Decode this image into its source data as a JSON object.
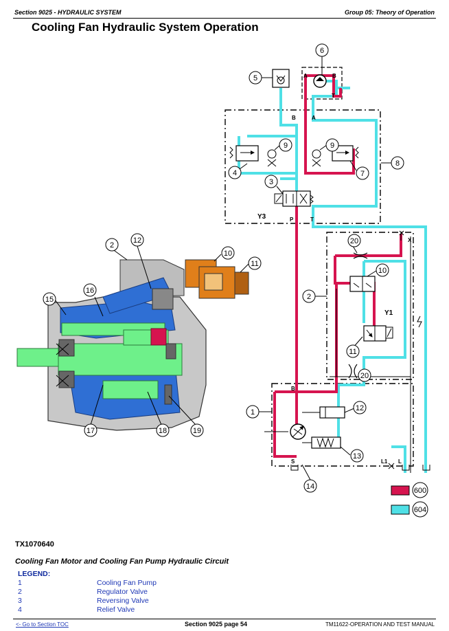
{
  "header": {
    "section": "Section 9025 - HYDRAULIC SYSTEM",
    "group": "Group 05: Theory of Operation"
  },
  "title": "Cooling Fan Hydraulic System Operation",
  "diagram": {
    "callouts": {
      "c1": "1",
      "c2a": "2",
      "c2b": "2",
      "c3": "3",
      "c4": "4",
      "c5": "5",
      "c6": "6",
      "c7": "7",
      "c8": "8",
      "c9a": "9",
      "c9b": "9",
      "c10a": "10",
      "c10b": "10",
      "c11a": "11",
      "c11b": "11",
      "c12a": "12",
      "c12b": "12",
      "c13": "13",
      "c14": "14",
      "c15": "15",
      "c16": "16",
      "c17": "17",
      "c18": "18",
      "c19": "19",
      "c20a": "20",
      "c20b": "20"
    },
    "port_labels": {
      "A_motor": "A",
      "B_motor": "B",
      "T_motor": "T",
      "B_line": "B",
      "A_line": "A",
      "P": "P",
      "T": "T",
      "X": "X",
      "B_pump": "B",
      "S": "S",
      "L1": "L1",
      "L": "L"
    },
    "solenoids": {
      "y3": "Y3",
      "y1": "Y1"
    },
    "key": [
      {
        "code": "600",
        "color": "#d6144f"
      },
      {
        "code": "604",
        "color": "#4fe0e6"
      }
    ],
    "colors": {
      "pressure": "#d6144f",
      "return": "#4fe0e6",
      "pump_green": "#6ef08a",
      "pump_blue": "#2f6fd4",
      "valve_orange": "#e07f1a"
    }
  },
  "figure_id": "TX1070640",
  "caption": "Cooling Fan Motor and Cooling Fan Pump Hydraulic Circuit",
  "legend": {
    "title": "LEGEND:",
    "items": [
      {
        "num": "1",
        "text": "Cooling Fan Pump"
      },
      {
        "num": "2",
        "text": "Regulator Valve"
      },
      {
        "num": "3",
        "text": "Reversing Valve"
      },
      {
        "num": "4",
        "text": "Relief Valve"
      }
    ]
  },
  "footer": {
    "toc_link": "<- Go to Section TOC",
    "page": "Section 9025 page 54",
    "manual": "TM11622-OPERATION AND TEST MANUAL"
  }
}
